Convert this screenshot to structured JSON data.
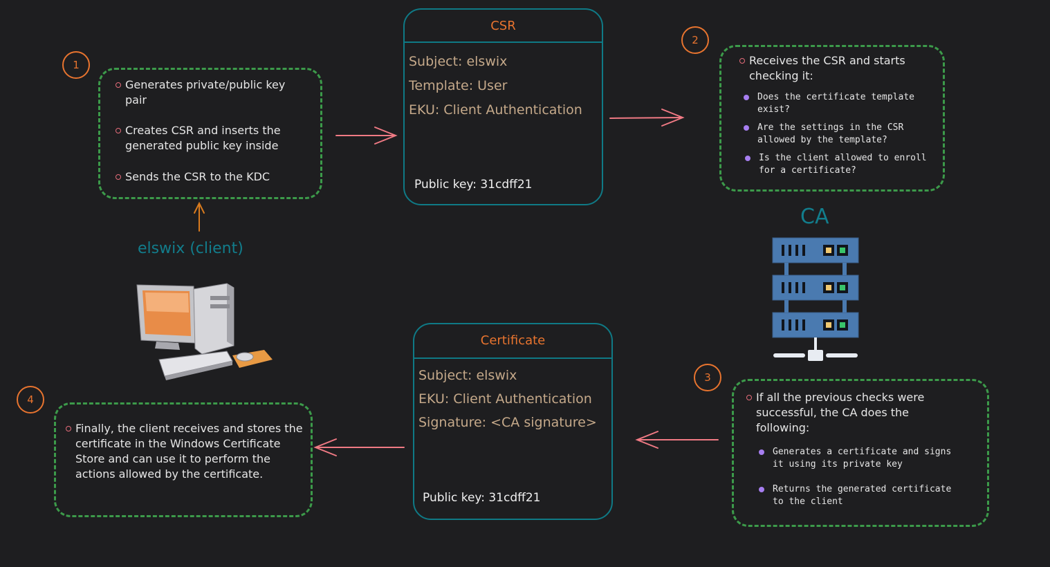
{
  "steps": [
    "1",
    "2",
    "3",
    "4"
  ],
  "client": {
    "label": "elswix (client)",
    "bullets": [
      "Generates private/public key pair",
      "Creates CSR and inserts the generated public key inside",
      "Sends the CSR to the KDC"
    ]
  },
  "csr": {
    "title": "CSR",
    "subject": "Subject: elswix",
    "template": "Template: User",
    "eku": "EKU: Client Authentication",
    "public_key": "Public key: 31cdff21"
  },
  "ca_check": {
    "intro": "Receives the CSR and starts checking it:",
    "checks": [
      "Does the certificate template exist?",
      "Are the settings in the CSR allowed by the template?",
      "Is the client allowed to enroll for a certificate?"
    ]
  },
  "ca": {
    "label": "CA"
  },
  "ca_result": {
    "intro": "If all the previous checks were successful, the CA does the following:",
    "actions": [
      "Generates a certificate and signs it using its private key",
      "Returns the generated certificate to the client"
    ]
  },
  "certificate": {
    "title": "Certificate",
    "subject": "Subject: elswix",
    "eku": "EKU: Client Authentication",
    "signature": "Signature: <CA signature>",
    "public_key": "Public key: 31cdff21"
  },
  "final": {
    "text": "Finally, the client receives and stores the certificate in the Windows Certificate Store and can use it to perform the actions allowed by the certificate."
  },
  "colors": {
    "background": "#1e1e20",
    "step_circle": "#e8742f",
    "dashed_box": "#3c9a4a",
    "card_border": "#0f7a86",
    "arrow": "#f07a84",
    "server": "#4a7ab0"
  },
  "icons": [
    "computer-icon",
    "server-icon"
  ]
}
